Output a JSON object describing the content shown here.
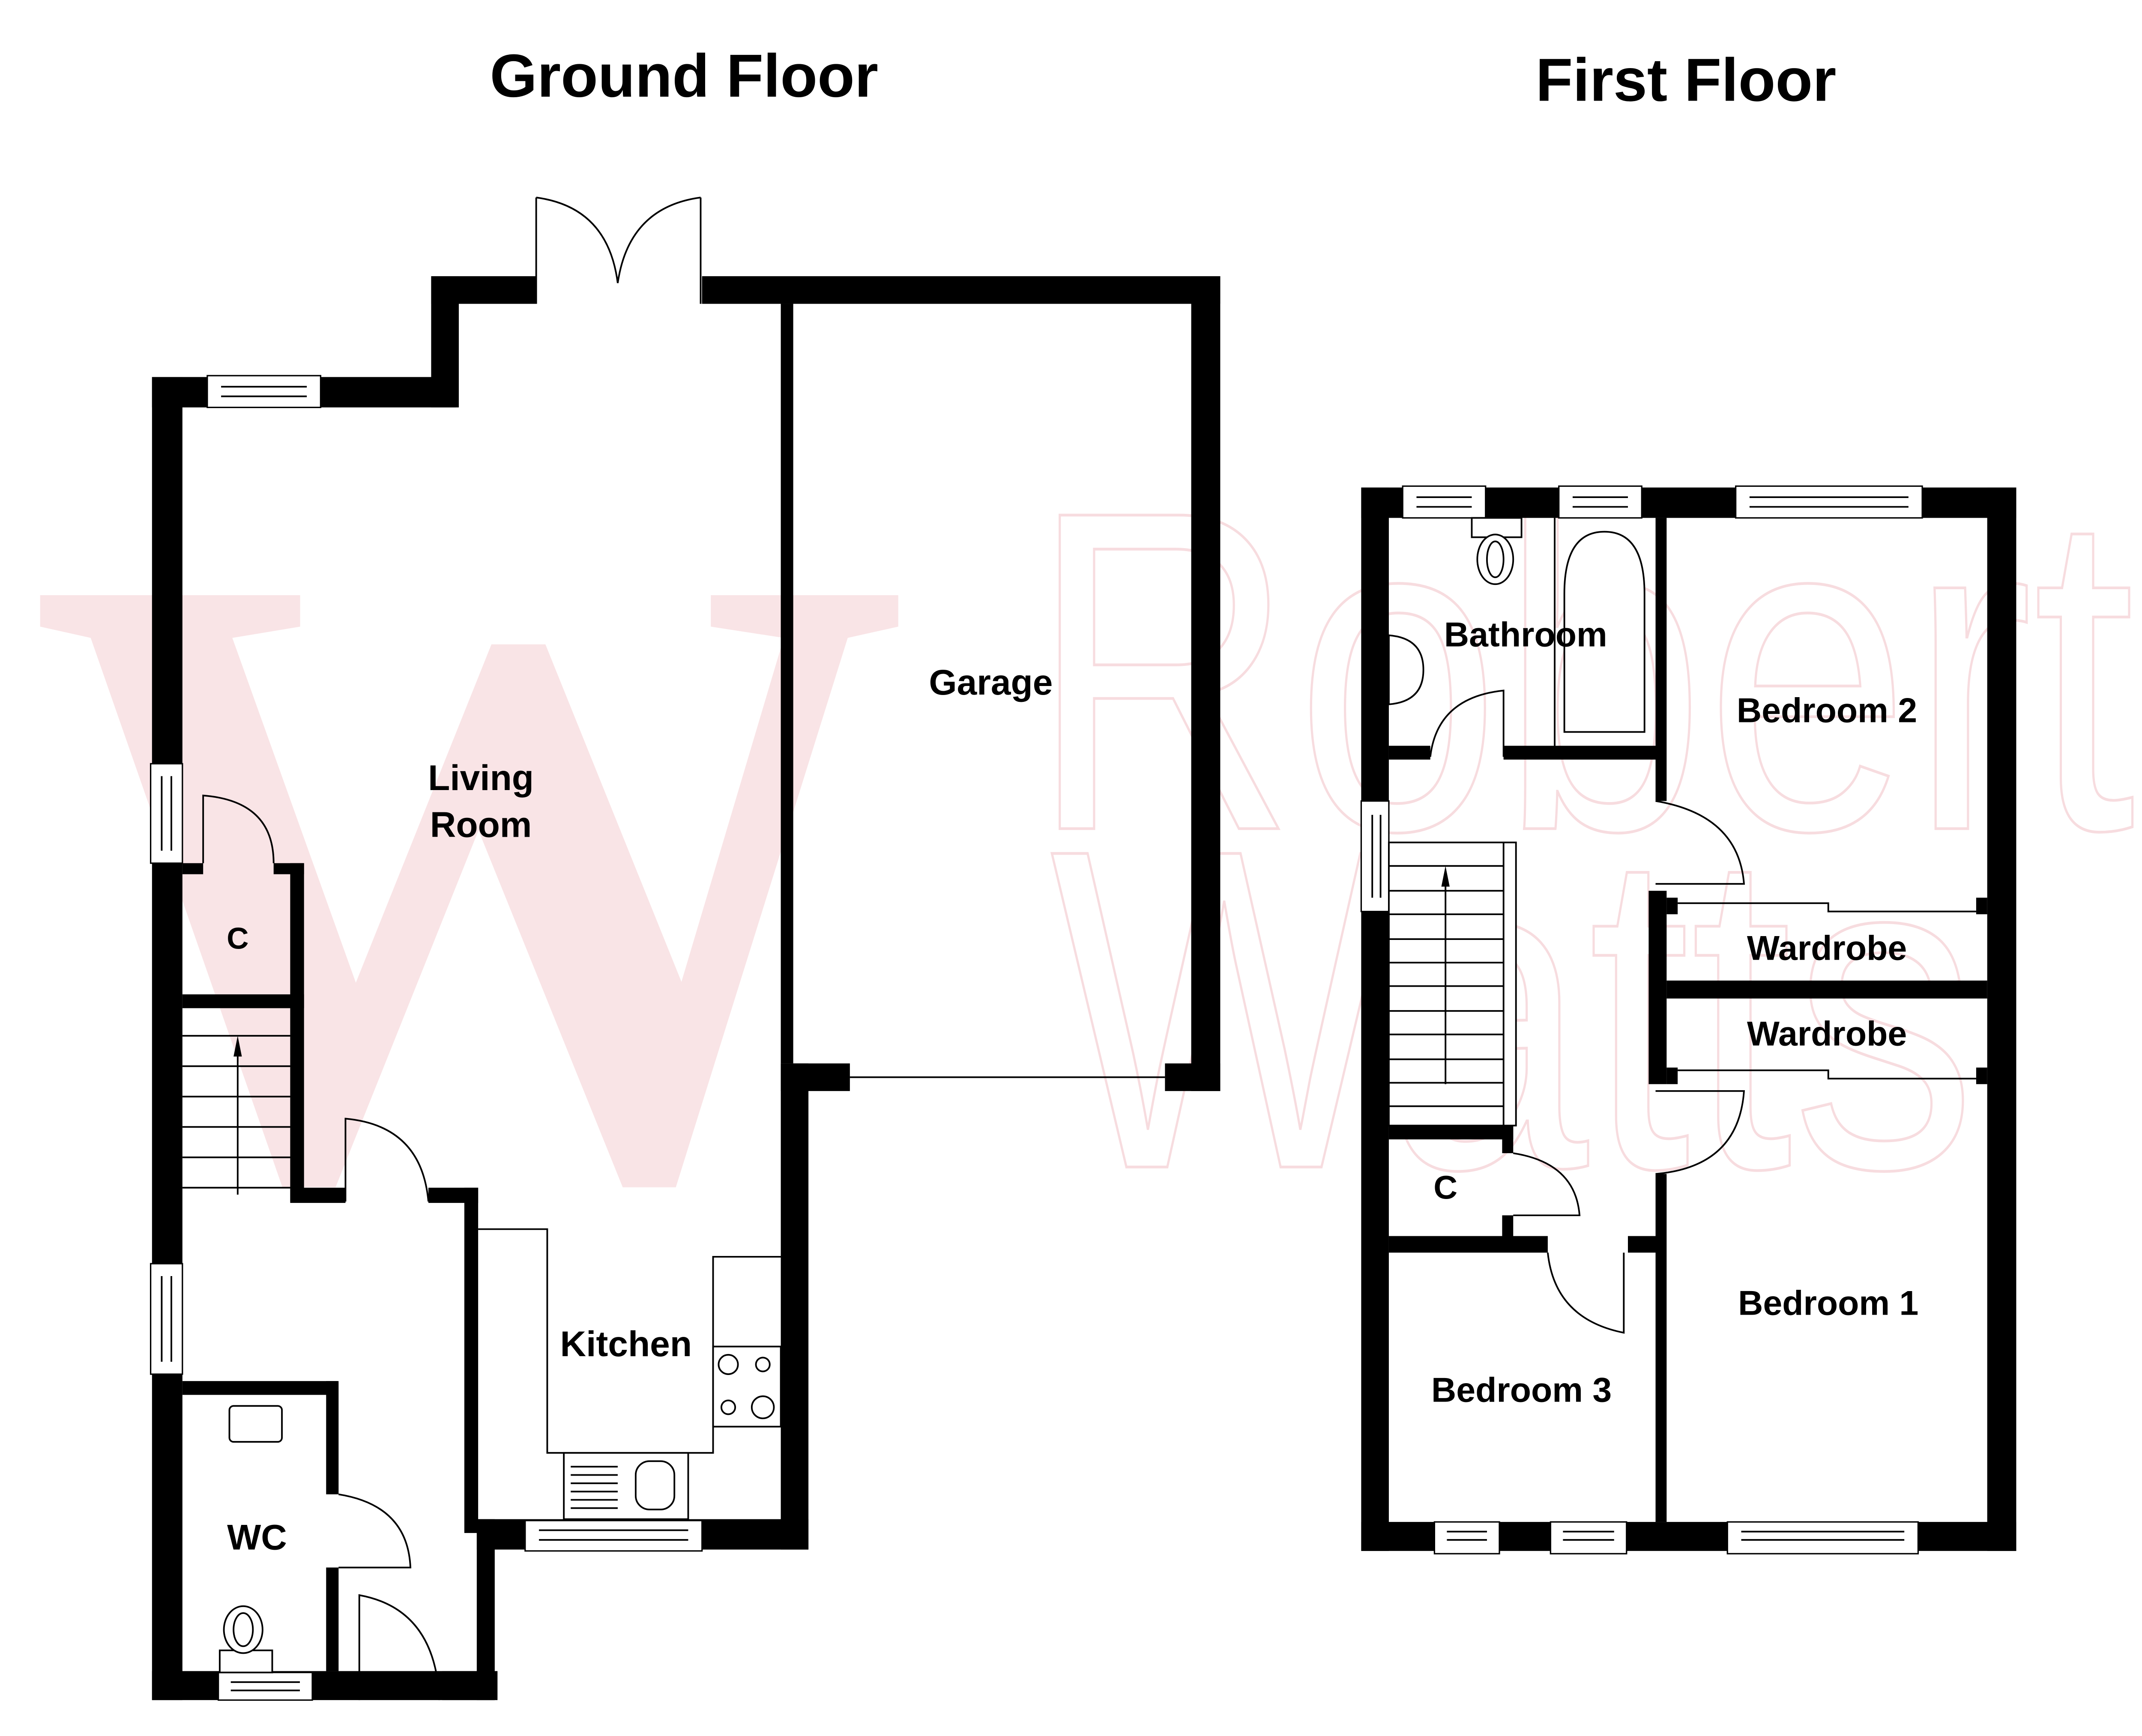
{
  "titles": {
    "ground_floor": "Ground Floor",
    "first_floor": "First Floor"
  },
  "watermark": {
    "monogram": "W",
    "line1": "Robert",
    "line2": "Watts",
    "color": "#f9e4e6"
  },
  "ground_floor": {
    "rooms": {
      "living_room_line1": "Living",
      "living_room_line2": "Room",
      "garage": "Garage",
      "kitchen": "Kitchen",
      "cupboard": "C",
      "wc": "WC"
    }
  },
  "first_floor": {
    "rooms": {
      "bathroom": "Bathroom",
      "bedroom_2": "Bedroom 2",
      "wardrobe_1": "Wardrobe",
      "wardrobe_2": "Wardrobe",
      "cupboard": "C",
      "bedroom_1": "Bedroom 1",
      "bedroom_3": "Bedroom 3"
    }
  },
  "colors": {
    "walls": "#000000",
    "background": "#ffffff",
    "watermark": "#f9e4e6"
  }
}
